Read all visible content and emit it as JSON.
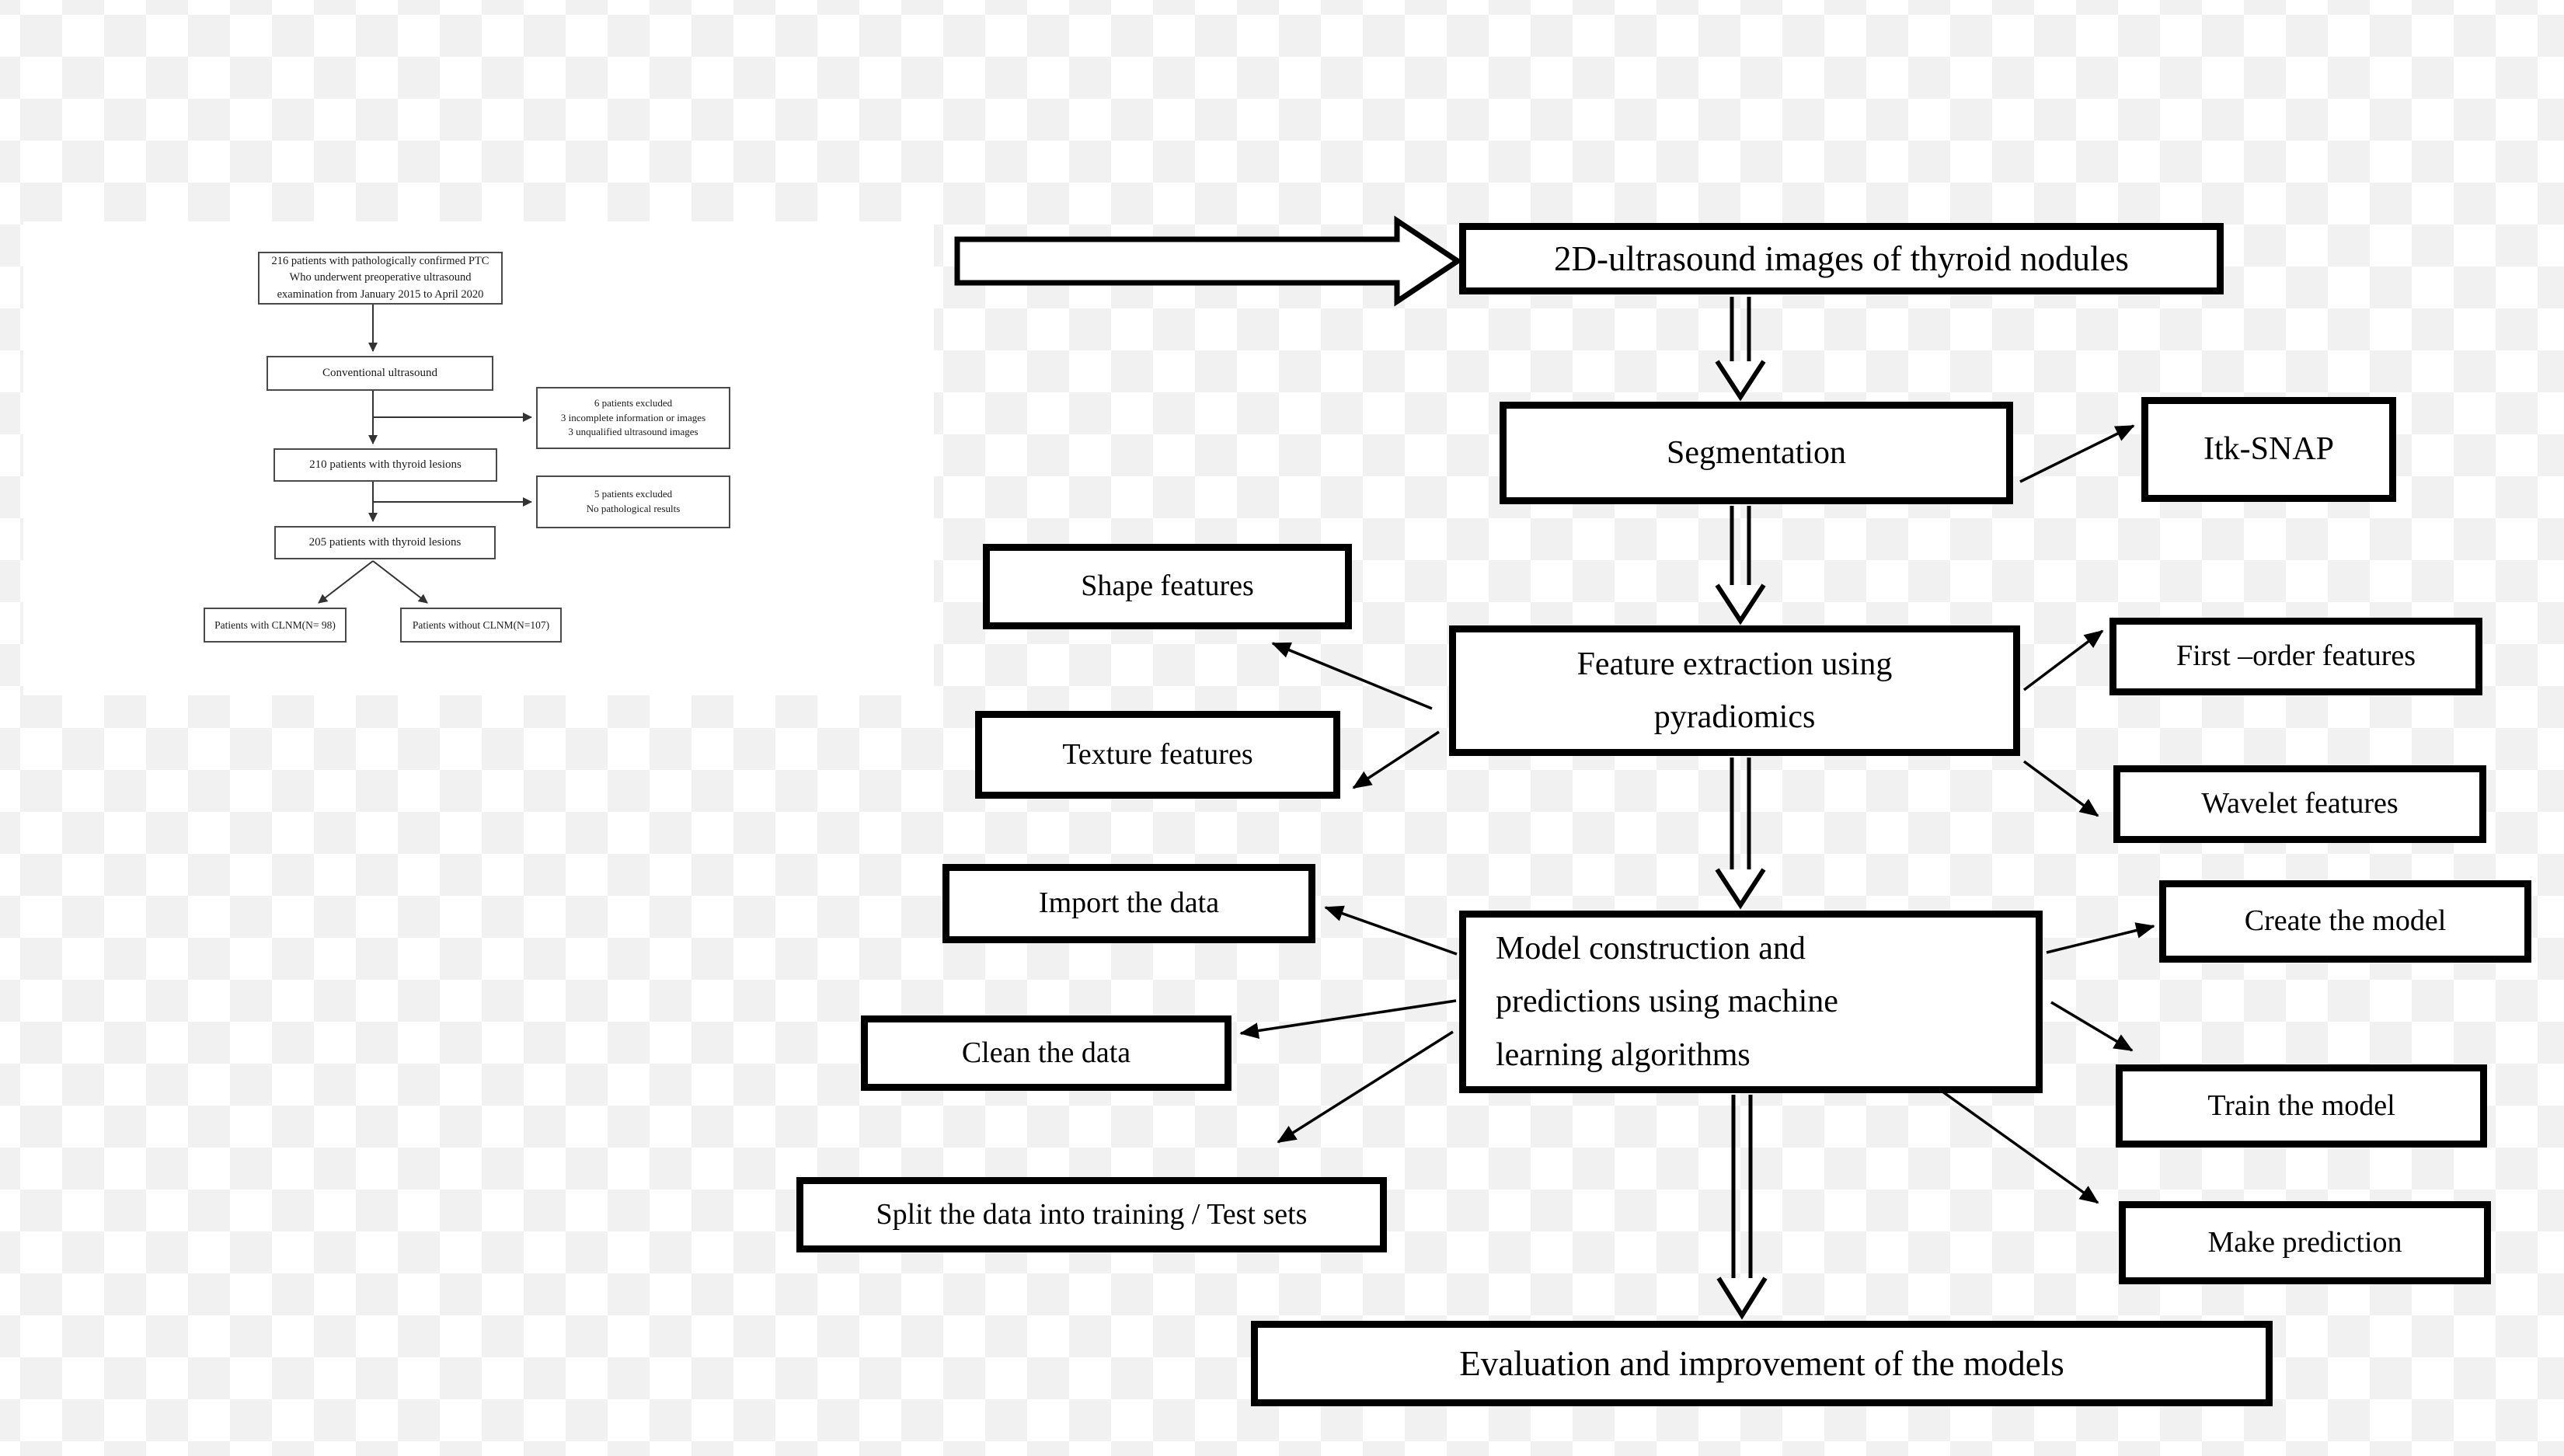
{
  "background": {
    "checker_gray": "#f1f1f1",
    "checker_white": "#ffffff",
    "line_color": "#000000"
  },
  "patient_flowchart": {
    "box_confirmed": "216 patients with pathologically confirmed PTC\nWho underwent preoperative ultrasound\nexamination from January 2015 to April 2020",
    "box_conventional": "Conventional ultrasound",
    "box_excluded_6": "6 patients excluded\n3 incomplete information or images\n3 unqualified ultrasound images",
    "box_210": "210 patients with thyroid lesions",
    "box_excluded_5": "5 patients excluded\nNo pathological results",
    "box_205": "205 patients with thyroid lesions",
    "box_with_clnm": "Patients with CLNM(N= 98)",
    "box_without_clnm": "Patients without CLNM(N=107)"
  },
  "main_flowchart": {
    "box_us_images": "2D-ultrasound images of thyroid nodules",
    "box_segmentation": "Segmentation",
    "box_itk_snap": "Itk-SNAP",
    "box_feature_extraction": "Feature extraction using\npyradiomics",
    "box_shape_features": "Shape features",
    "box_texture_features": "Texture features",
    "box_first_order_features": "First –order features",
    "box_wavelet_features": "Wavelet features",
    "box_model_construction": "Model construction and\npredictions using machine\nlearning algorithms",
    "box_import_data": "Import the data",
    "box_clean_data": "Clean the data",
    "box_split_data": "Split the data into training / Test sets",
    "box_create_model": "Create the model",
    "box_train_model": "Train the model",
    "box_make_prediction": "Make prediction",
    "box_evaluation": "Evaluation and improvement of the models"
  }
}
